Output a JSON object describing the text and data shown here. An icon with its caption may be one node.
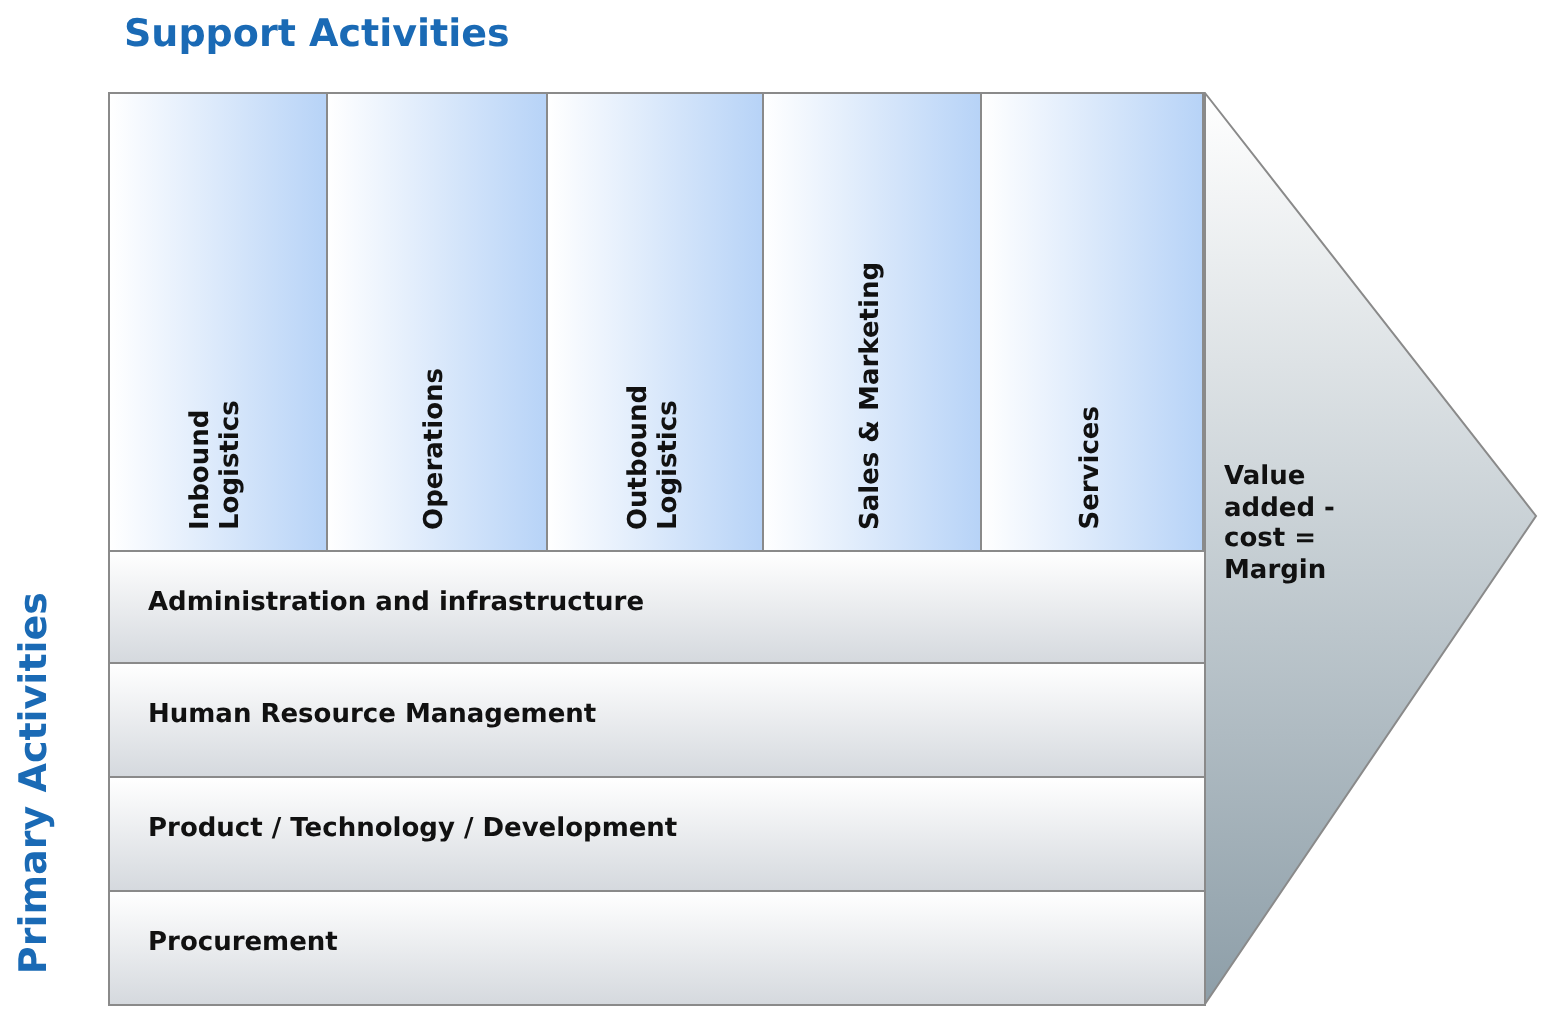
{
  "diagram": {
    "nodes": [
      {
        "text": [
          "Inbound Logistics"
        ]
      },
      {
        "text": [
          "Operations"
        ]
      },
      {
        "text": [
          "Outbound Logistics"
        ]
      },
      {
        "text": [
          "Sales & Marketing"
        ]
      },
      {
        "text": [
          "Services"
        ]
      },
      {
        "text": [
          "Administration and infrastructure"
        ]
      },
      {
        "text": [
          "Human Resource Management"
        ]
      },
      {
        "text": [
          "Product / Technology / Development"
        ]
      },
      {
        "text": [
          "Procurement"
        ]
      },
      {
        "text": [
          "Value added - cost = Margin"
        ]
      }
    ],
    "labels": [
      "Support Activities",
      "Primary Activities"
    ]
  }
}
